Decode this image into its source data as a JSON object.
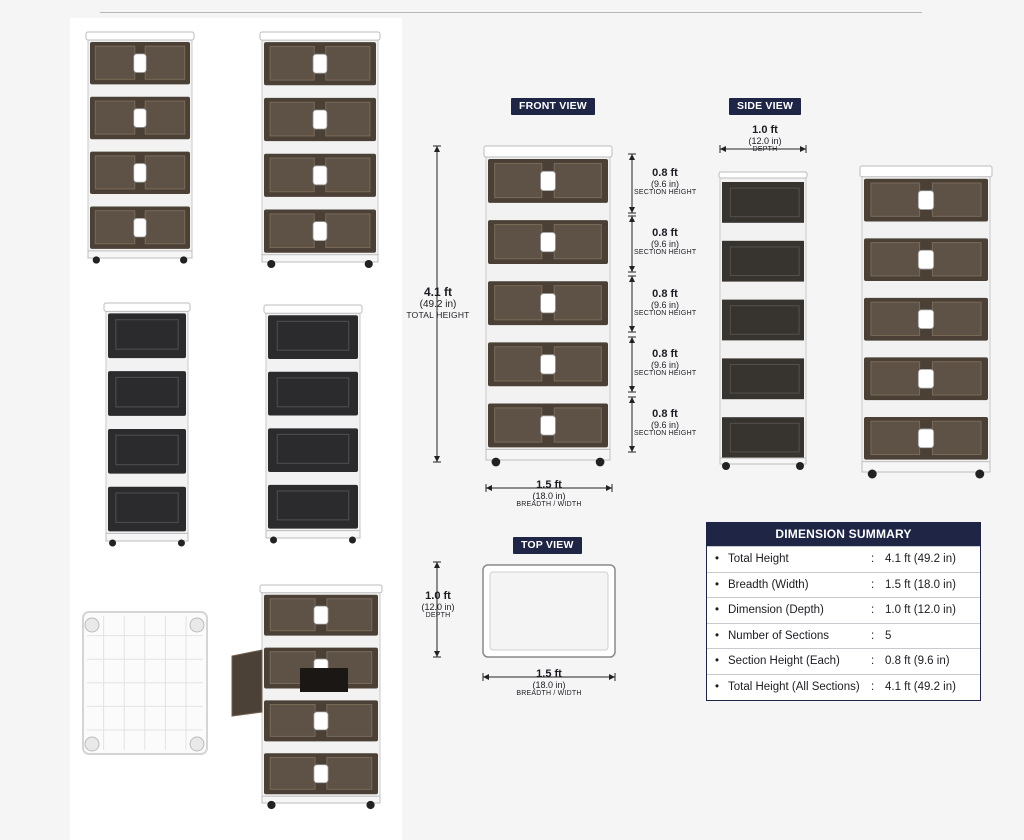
{
  "views": {
    "front_title": "FRONT VIEW",
    "side_title": "SIDE VIEW",
    "top_title": "TOP VIEW"
  },
  "front": {
    "total_height": {
      "ft": "4.1 ft",
      "in": "(49.2 in)",
      "cap": "TOTAL HEIGHT"
    },
    "width": {
      "ft": "1.5 ft",
      "in": "(18.0 in)",
      "cap": "BREADTH / WIDTH"
    },
    "sections": [
      {
        "ft": "0.8 ft",
        "in": "(9.6 in)",
        "cap": "SECTION HEIGHT"
      },
      {
        "ft": "0.8 ft",
        "in": "(9.6 in)",
        "cap": "SECTION HEIGHT"
      },
      {
        "ft": "0.8 ft",
        "in": "(9.6 in)",
        "cap": "SECTION HEIGHT"
      },
      {
        "ft": "0.8 ft",
        "in": "(9.6 in)",
        "cap": "SECTION HEIGHT"
      },
      {
        "ft": "0.8 ft",
        "in": "(9.6 in)",
        "cap": "SECTION HEIGHT"
      }
    ]
  },
  "side": {
    "depth": {
      "ft": "1.0 ft",
      "in": "(12.0 in)",
      "cap": "DEPTH"
    }
  },
  "top": {
    "depth": {
      "ft": "1.0 ft",
      "in": "(12.0 in)",
      "cap": "DEPTH"
    },
    "width": {
      "ft": "1.5 ft",
      "in": "(18.0 in)",
      "cap": "BREADTH / WIDTH"
    }
  },
  "summary": {
    "title": "DIMENSION SUMMARY",
    "rows": [
      {
        "label": "Total Height",
        "value": "4.1 ft (49.2 in)"
      },
      {
        "label": "Breadth (Width)",
        "value": "1.5 ft (18.0 in)"
      },
      {
        "label": "Dimension (Depth)",
        "value": "1.0 ft (12.0 in)"
      },
      {
        "label": "Number of Sections",
        "value": "5"
      },
      {
        "label": "Section Height (Each)",
        "value": "0.8 ft (9.6 in)"
      },
      {
        "label": "Total Height (All Sections)",
        "value": "4.1 ft (49.2 in)"
      }
    ]
  },
  "colors": {
    "navy": "#1e2545",
    "drawer_tinted": "#4a4036",
    "drawer_solid": "#2b2a2c",
    "frame_white": "#f2f2f2"
  }
}
